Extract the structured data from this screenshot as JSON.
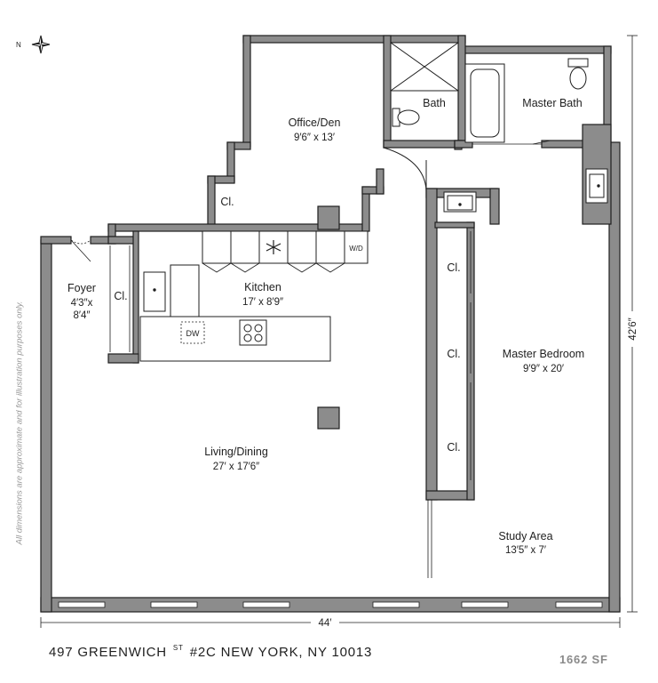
{
  "compass": {
    "label": "N"
  },
  "rooms": {
    "office": {
      "name": "Office/Den",
      "dim": "9′6″ x 13′"
    },
    "bath": {
      "name": "Bath"
    },
    "master_bath": {
      "name": "Master Bath"
    },
    "kitchen": {
      "name": "Kitchen",
      "dim": "17′ x 8′9″"
    },
    "foyer": {
      "name": "Foyer",
      "dim1": "4′3″x",
      "dim2": "8′4″"
    },
    "living": {
      "name": "Living/Dining",
      "dim": "27′ x 17′6″"
    },
    "master_bedroom": {
      "name": "Master Bedroom",
      "dim": "9′9″ x 20′"
    },
    "study": {
      "name": "Study Area",
      "dim": "13′5″ x 7′"
    }
  },
  "closets": {
    "label": "Cl."
  },
  "appliances": {
    "dishwasher": "DW",
    "washer_dryer": "W/D"
  },
  "dimensions": {
    "width": "44′",
    "height": "42′6″"
  },
  "address": {
    "street": "497 GREENWICH",
    "sup": "ST",
    "rest": "#2C NEW YORK, NY 10013"
  },
  "area": "1662 SF",
  "disclaimer": "All dimensions are approximate and for illustration purposes only."
}
